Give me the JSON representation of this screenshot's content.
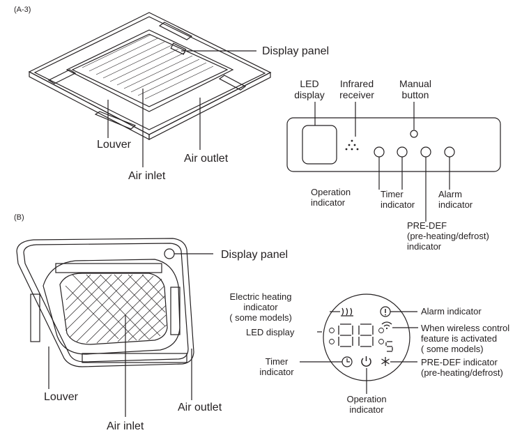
{
  "section_a": {
    "tag": "(A-3)",
    "display_panel": "Display panel",
    "louver": "Louver",
    "air_outlet": "Air outlet",
    "air_inlet": "Air inlet",
    "led_display": [
      "LED",
      "display"
    ],
    "infrared_receiver": [
      "Infrared",
      "receiver"
    ],
    "manual_button": [
      "Manual",
      "button"
    ],
    "operation_indicator": [
      "Operation",
      "indicator"
    ],
    "timer_indicator": [
      "Timer",
      "indicator"
    ],
    "alarm_indicator": [
      "Alarm",
      "indicator"
    ],
    "pre_def_indicator": [
      "PRE-DEF",
      "(pre-heating/defrost)",
      "indicator"
    ]
  },
  "section_b": {
    "tag": "(B)",
    "display_panel": "Display panel",
    "louver": "Louver",
    "air_outlet": "Air outlet",
    "air_inlet": "Air inlet",
    "electric_heating_indicator": [
      "Electric heating",
      "indicator",
      "( some models)"
    ],
    "led_display": "LED display",
    "timer_indicator": [
      "Timer",
      "indicator"
    ],
    "operation_indicator": [
      "Operation",
      "indicator"
    ],
    "alarm_indicator": "Alarm indicator",
    "wireless_indicator": [
      "When wireless control",
      "feature is activated",
      "( some models)"
    ],
    "pre_def_indicator": [
      "PRE-DEF indicator",
      "(pre-heating/defrost)"
    ],
    "led_digits": "88"
  }
}
